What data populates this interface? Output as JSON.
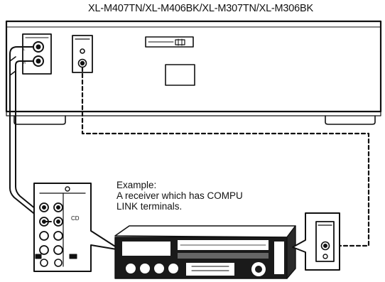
{
  "diagram": {
    "title": "XL-M407TN/XL-M406BK/XL-M307TN/XL-M306BK",
    "example": {
      "lines": [
        "Example:",
        "A receiver which has COMPU",
        "LINK terminals."
      ]
    },
    "devices": {
      "cd_changer": {
        "icon": "cd-changer-rear-panel"
      },
      "receiver": {
        "icon": "receiver-front-panel"
      }
    },
    "connections": [
      {
        "kind": "audio-pin-cord",
        "style": "solid"
      },
      {
        "kind": "compu-link-cord",
        "style": "dashed"
      }
    ]
  }
}
